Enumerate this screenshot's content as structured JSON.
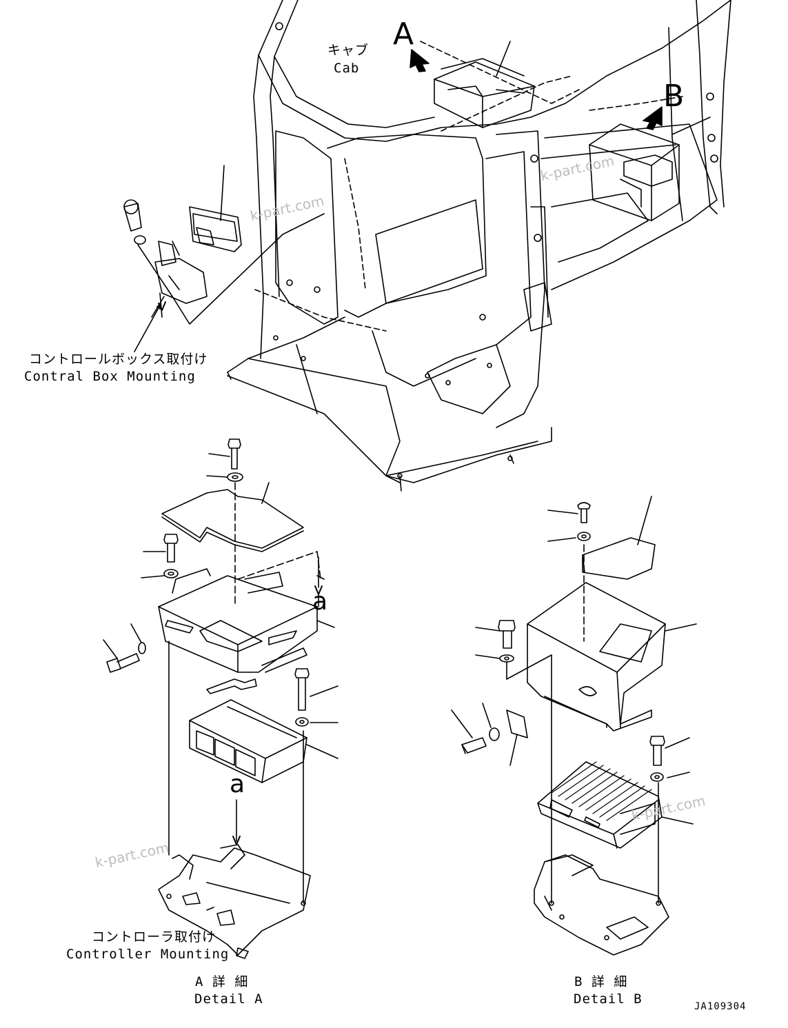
{
  "labels": {
    "cab_jp": "キャブ",
    "cab_en": "Cab",
    "view_a": "A",
    "view_b": "B",
    "control_box_jp": "コントロールボックス取付け",
    "control_box_en": "Contral Box Mounting",
    "controller_jp": "コントローラ取付け",
    "controller_en": "Controller Mounting",
    "detail_a_jp": "A 詳 細",
    "detail_a_en": "Detail A",
    "detail_b_jp": "B 詳 細",
    "detail_b_en": "Detail B",
    "marker_a1": "a",
    "marker_a2": "a",
    "drawing_code": "JA109304"
  },
  "watermarks": [
    "k-part.com",
    "k-part.com",
    "k-part.com",
    "k-part.com"
  ],
  "colors": {
    "line": "#000000",
    "background": "#ffffff",
    "watermark": "#bdbdbd"
  }
}
